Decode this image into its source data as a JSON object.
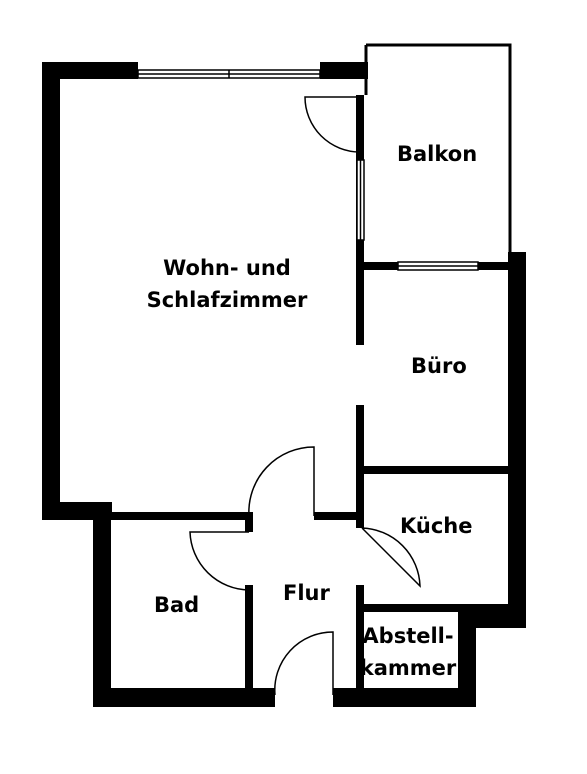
{
  "rooms": {
    "wohn_line1": "Wohn- und",
    "wohn_line2": "Schlafzimmer",
    "balkon": "Balkon",
    "buero": "Büro",
    "kueche": "Küche",
    "bad": "Bad",
    "flur": "Flur",
    "abstell_line1": "Abstell-",
    "abstell_line2": "kammer"
  },
  "colors": {
    "wall": "#000000",
    "background": "#ffffff",
    "line": "#000000"
  }
}
